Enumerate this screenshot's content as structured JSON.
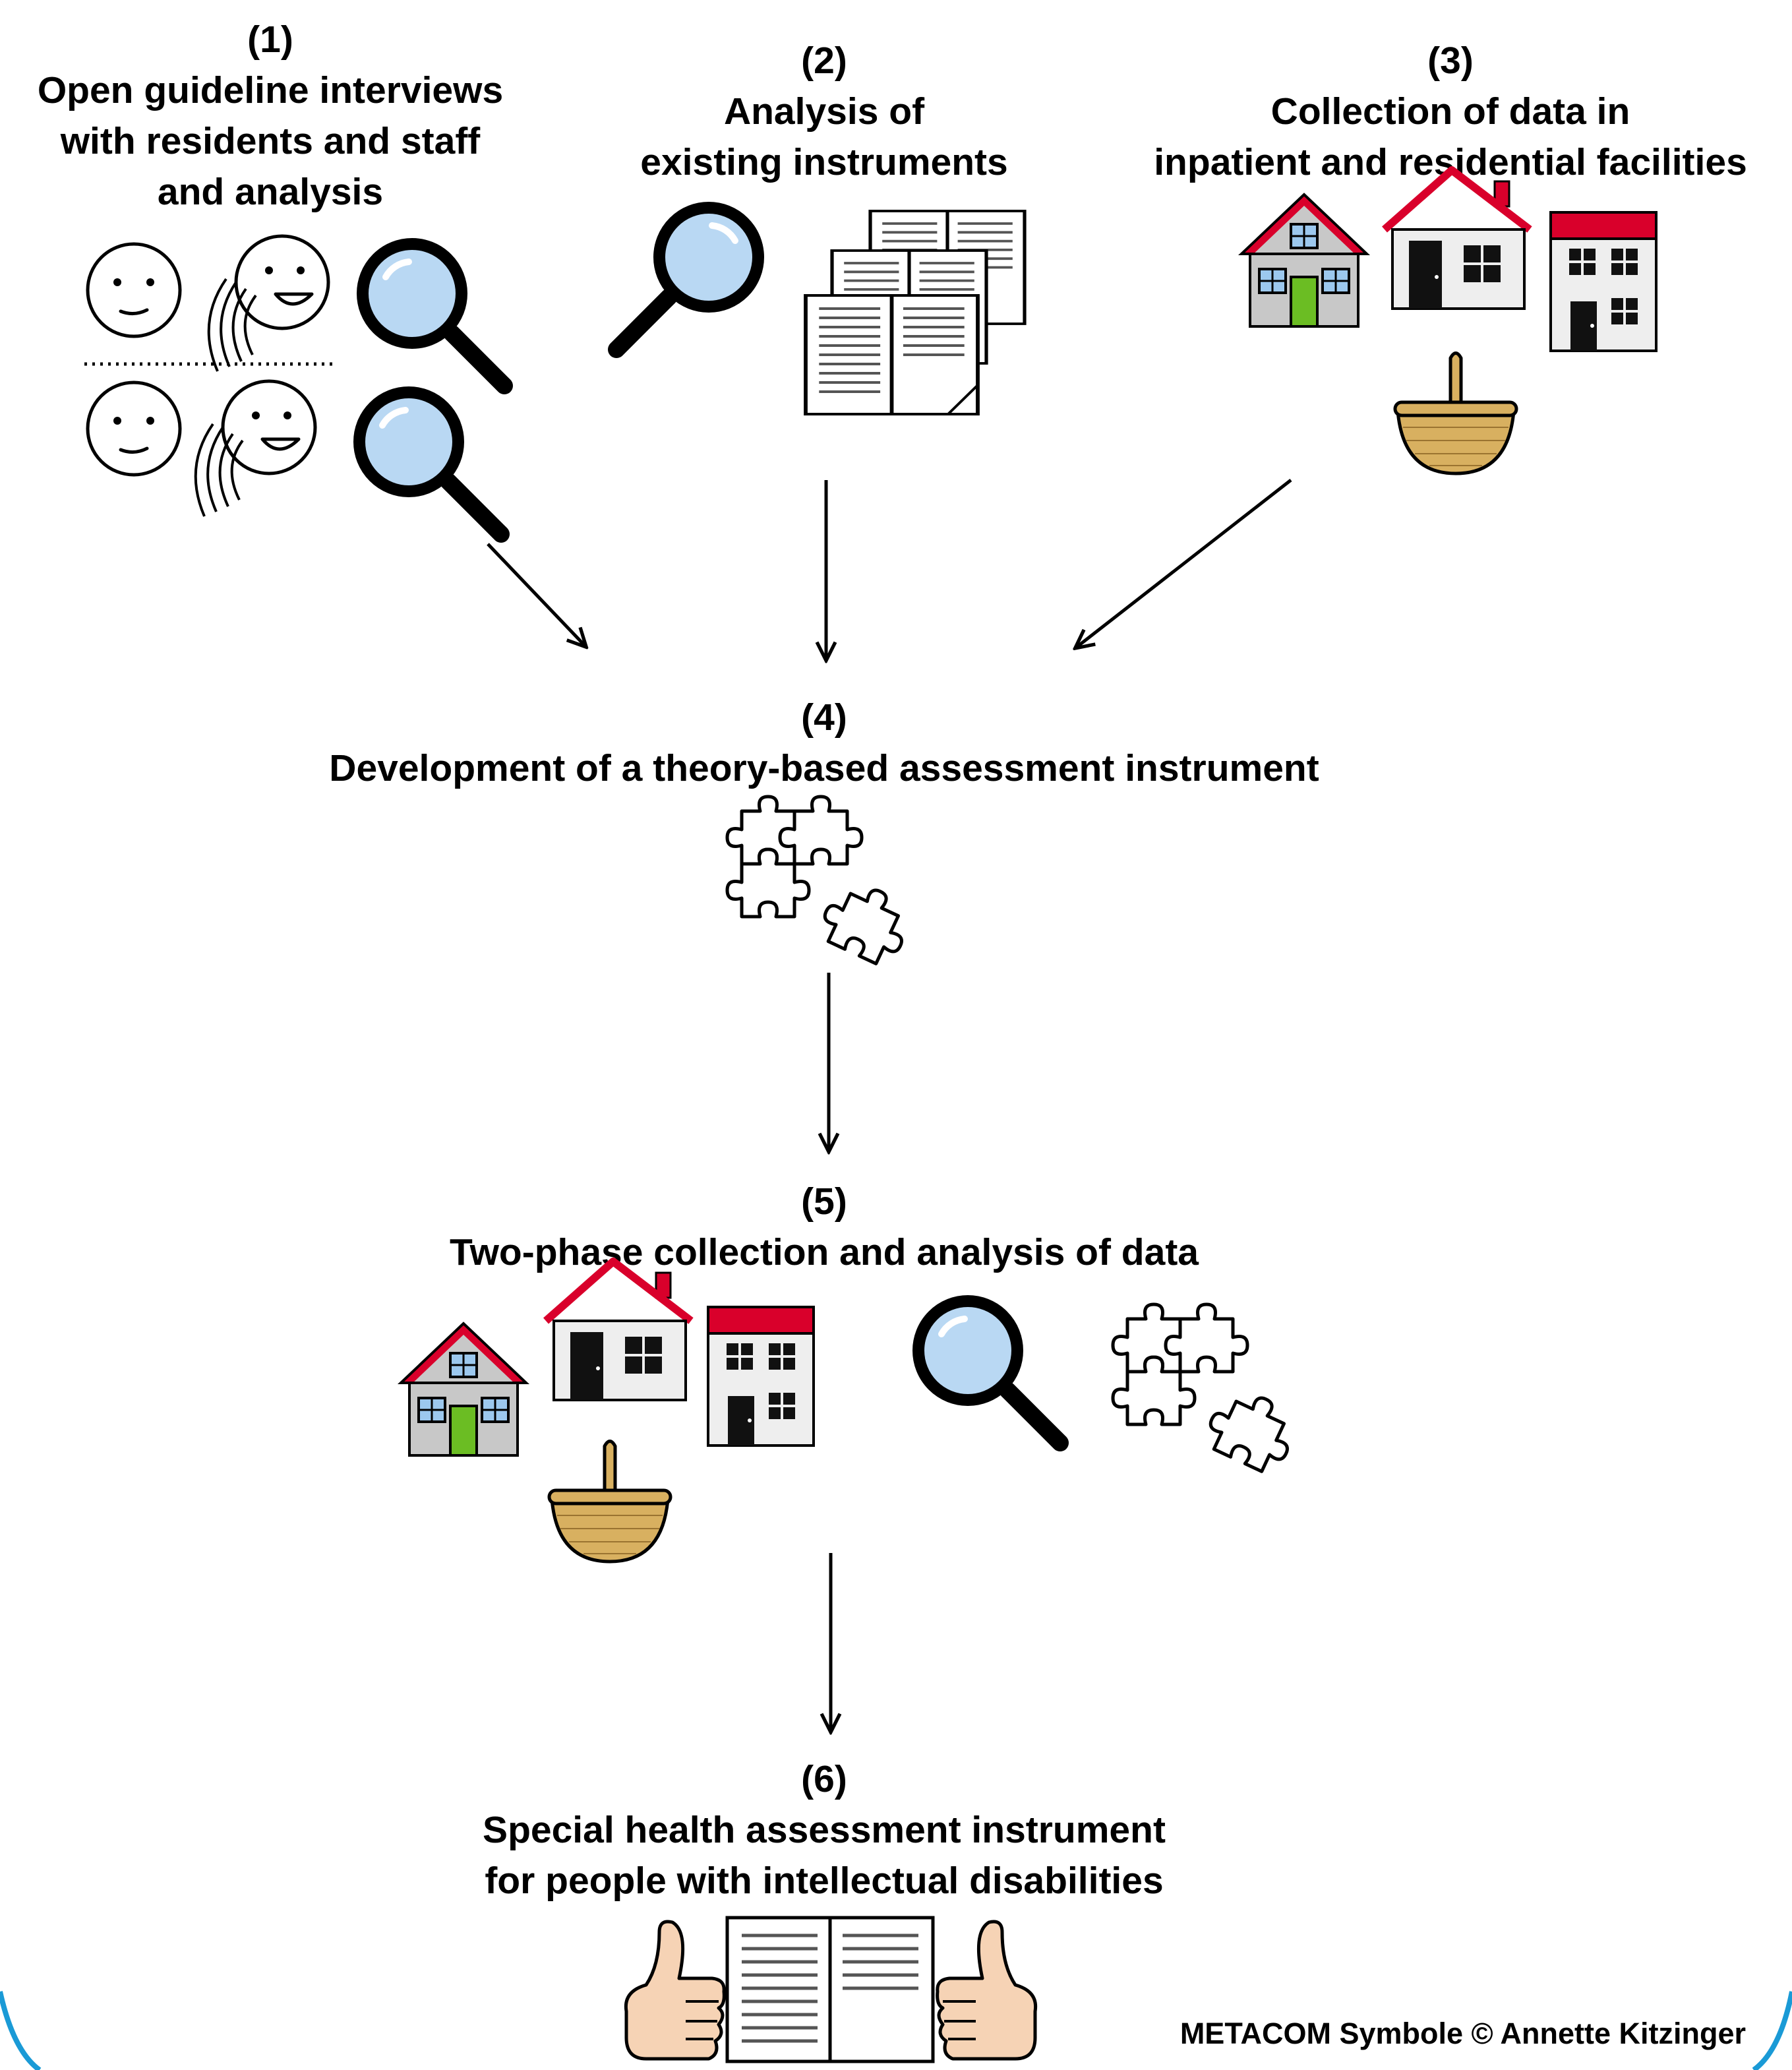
{
  "steps": [
    {
      "number": "1",
      "lines": [
        "Open guideline interviews",
        "with residents and staff",
        "and analysis"
      ]
    },
    {
      "number": "2",
      "lines": [
        "Analysis of",
        "existing instruments"
      ]
    },
    {
      "number": "3",
      "lines": [
        "Collection of data in",
        "inpatient and residential facilities"
      ]
    },
    {
      "number": "4",
      "lines": [
        "Development of a theory-based assessment instrument"
      ]
    },
    {
      "number": "5",
      "lines": [
        "Two-phase collection and analysis of data"
      ]
    },
    {
      "number": "6",
      "lines": [
        "Special health assessment instrument",
        "for people with intellectual disabilities"
      ]
    }
  ],
  "credit": "METACOM Symbole © Annette Kitzinger",
  "icons": [
    "smiley-face-icon",
    "talking-face-icon",
    "magnifier-icon",
    "document-stack-icon",
    "house-icon",
    "building-icon",
    "basket-icon",
    "puzzle-icon",
    "open-book-icon",
    "thumbs-up-icon"
  ],
  "colors": {
    "lens": "#b9d8f3",
    "roof": "#d9002b",
    "door": "#6bbd23",
    "basket": "#d8b060",
    "skin": "#f6d3b5",
    "grey": "#c8c8c8",
    "frame": "#1a9ad6"
  }
}
